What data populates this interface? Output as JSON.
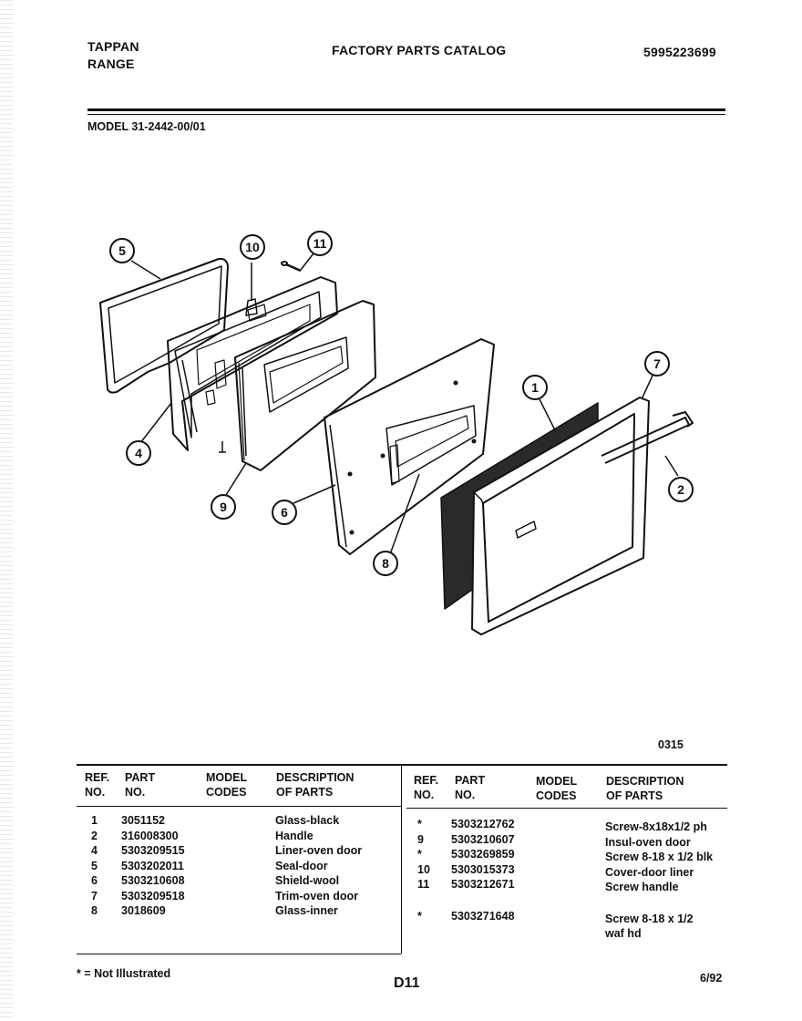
{
  "header": {
    "brand_line1": "TAPPAN",
    "brand_line2": "RANGE",
    "title": "FACTORY PARTS CATALOG",
    "catalog_number": "5995223699",
    "model": "MODEL 31-2442-00/01"
  },
  "diagram": {
    "callouts": [
      "1",
      "2",
      "4",
      "5",
      "6",
      "7",
      "8",
      "9",
      "10",
      "11"
    ],
    "code": "0315"
  },
  "table": {
    "headers": {
      "ref1": "REF.",
      "ref2": "NO.",
      "part1": "PART",
      "part2": "NO.",
      "model1": "MODEL",
      "model2": "CODES",
      "desc1": "DESCRIPTION",
      "desc2": "OF PARTS"
    },
    "left_rows": [
      {
        "ref": "1",
        "part": "3051152",
        "desc": "Glass-black"
      },
      {
        "ref": "2",
        "part": "316008300",
        "desc": "Handle"
      },
      {
        "ref": "4",
        "part": "5303209515",
        "desc": "Liner-oven door"
      },
      {
        "ref": "5",
        "part": "5303202011",
        "desc": "Seal-door"
      },
      {
        "ref": "6",
        "part": "5303210608",
        "desc": "Shield-wool"
      },
      {
        "ref": "7",
        "part": "5303209518",
        "desc": "Trim-oven door"
      },
      {
        "ref": "8",
        "part": "3018609",
        "desc": "Glass-inner"
      }
    ],
    "right_rows": [
      {
        "ref": "*",
        "part": "5303212762",
        "desc": "Screw-8x18x1/2 ph"
      },
      {
        "ref": "9",
        "part": "5303210607",
        "desc": "Insul-oven door"
      },
      {
        "ref": "*",
        "part": "5303269859",
        "desc": "Screw 8-18 x 1/2 blk"
      },
      {
        "ref": "10",
        "part": "5303015373",
        "desc": "Cover-door liner"
      },
      {
        "ref": "11",
        "part": "5303212671",
        "desc": "Screw handle"
      },
      {
        "ref": "*",
        "part": "5303271648",
        "desc": "Screw 8-18 x 1/2",
        "desc2": "waf hd"
      }
    ]
  },
  "footer": {
    "note": "* = Not Illustrated",
    "page": "D11",
    "date": "6/92"
  }
}
